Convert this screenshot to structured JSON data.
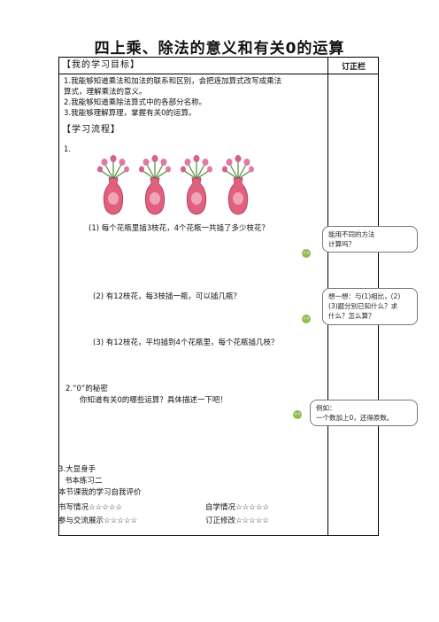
{
  "title": "四上乘、除法的意义和有关0的运算",
  "sidebar_header": "订正栏",
  "goals": {
    "heading": "【我的学习目标】",
    "items": [
      "1.我能够知道乘法和加法的联系和区别，会把连加算式改写成乘法",
      "算式，理解乘法的意义。",
      "2.我能够知道乘除法算式中的各部分名称。",
      "3.我能够理解算理，掌握有关0的运算。"
    ]
  },
  "process_heading": "【学习流程】",
  "section1_number": "1.",
  "questions": [
    "(1) 每个花瓶里插3枝花，4个花瓶一共插了多少枝花？",
    "(2) 有12枝花，每3枝插一瓶，可以插几瓶？",
    "(3) 有12枝花，平均插到4个花瓶里，每个花瓶插几枝？"
  ],
  "notes": [
    [
      "能用不同的方法",
      "计算吗？"
    ],
    [
      "想一想：与(1)相比，(2)",
      "(3)题分别已知什么？求",
      "什么？怎么算？"
    ],
    [
      "例如：",
      "一个数加上0，还得原数。"
    ]
  ],
  "section2": {
    "heading": "2.“0”的秘密",
    "prompt": "你知道有关0的哪些运算？具体描述一下吧！"
  },
  "section3": {
    "heading": "3.大显身手",
    "sub": "书本练习二"
  },
  "evaluation": {
    "heading": "本节课我的学习自我评价",
    "items": [
      "书写情况☆☆☆☆☆",
      "自学情况☆☆☆☆☆",
      "参与交流展示☆☆☆☆☆",
      "订正修改☆☆☆☆☆"
    ]
  },
  "colors": {
    "vase": "#e0607e",
    "flower": "#e27aa0",
    "leaf": "#4f8a3a",
    "mascot": "#8fbf4a"
  }
}
